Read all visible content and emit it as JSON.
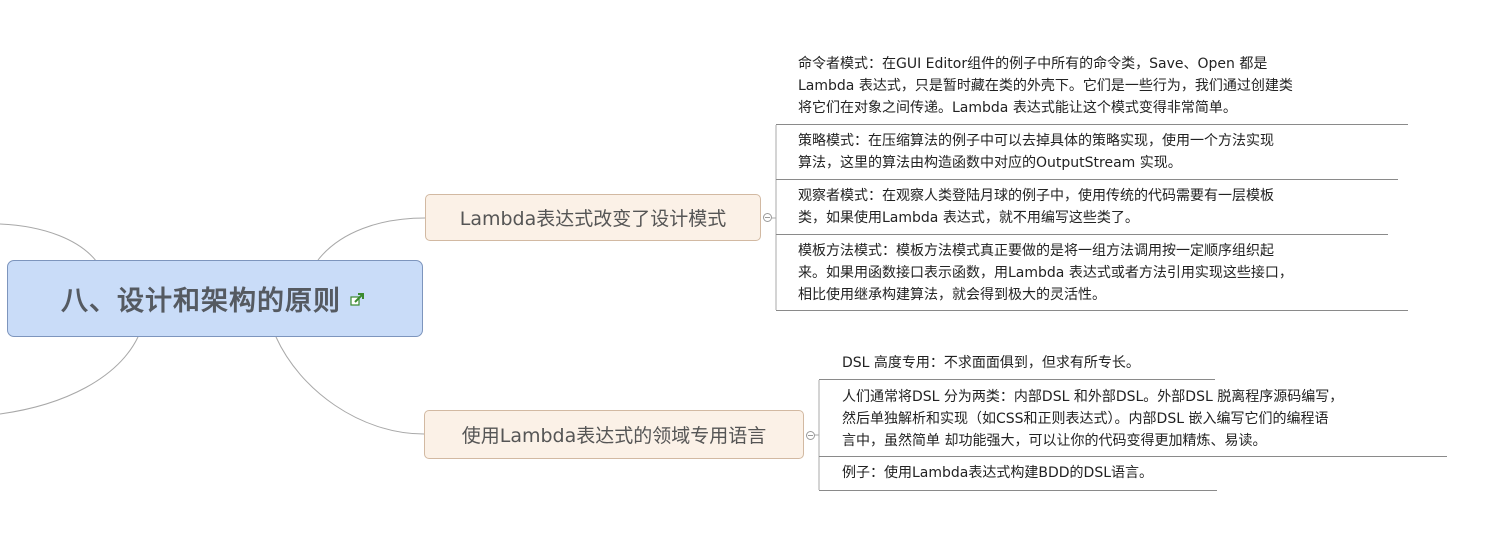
{
  "root": {
    "title": "八、设计和架构的原则",
    "icon": "link-up-icon"
  },
  "branches": [
    {
      "label": "Lambda表达式改变了设计模式",
      "leaves": [
        [
          "命令者模式：在GUI Editor组件的例子中所有的命令类，Save、Open 都是",
          "Lambda 表达式，只是暂时藏在类的外壳下。它们是一些行为，我们通过创建类",
          "将它们在对象之间传递。Lambda 表达式能让这个模式变得非常简单。"
        ],
        [
          "策略模式：在压缩算法的例子中可以去掉具体的策略实现，使用一个方法实现",
          "算法，这里的算法由构造函数中对应的OutputStream 实现。"
        ],
        [
          "观察者模式：在观察人类登陆月球的例子中，使用传统的代码需要有一层模板",
          "类，如果使用Lambda 表达式，就不用编写这些类了。"
        ],
        [
          "模板方法模式：模板方法模式真正要做的是将一组方法调用按一定顺序组织起",
          "来。如果用函数接口表示函数，用Lambda 表达式或者方法引用实现这些接口，",
          "相比使用继承构建算法，就会得到极大的灵活性。"
        ]
      ]
    },
    {
      "label": "使用Lambda表达式的领域专用语言",
      "leaves": [
        [
          "DSL 高度专用：不求面面俱到，但求有所专长。"
        ],
        [
          "人们通常将DSL 分为两类：内部DSL 和外部DSL。外部DSL 脱离程序源码编写，",
          "然后单独解析和实现（如CSS和正则表达式）。内部DSL 嵌入编写它们的编程语",
          "言中，虽然简单 却功能强大，可以让你的代码变得更加精炼、易读。"
        ],
        [
          "例子：使用Lambda表达式构建BDD的DSL语言。"
        ]
      ]
    }
  ],
  "colors": {
    "root_fill": "#c9dcf8",
    "root_border": "#7d95bd",
    "branch_fill": "#fbf1e7",
    "branch_border": "#d2b9a2",
    "connector": "#a8a8a8",
    "underline": "#8a8a8a"
  }
}
